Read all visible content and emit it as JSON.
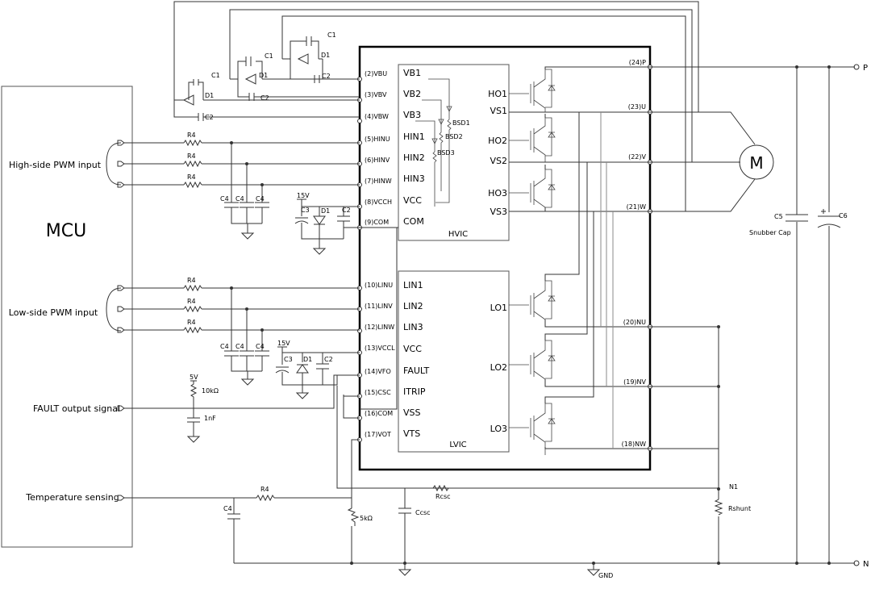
{
  "mcu": {
    "title": "MCU",
    "high_side_input": "High-side PWM input",
    "low_side_input": "Low-side PWM input",
    "fault_output": "FAULT output signal",
    "temp_sensing": "Temperature sensing"
  },
  "hvic": {
    "title": "HVIC",
    "pins_left": [
      "VB1",
      "VB2",
      "VB3",
      "HIN1",
      "HIN2",
      "HIN3",
      "VCC",
      "COM"
    ],
    "pins_right": [
      "HO1",
      "VS1",
      "HO2",
      "VS2",
      "HO3",
      "VS3"
    ]
  },
  "lvic": {
    "title": "LVIC",
    "pins_left": [
      "LIN1",
      "LIN2",
      "LIN3",
      "VCC",
      "FAULT",
      "ITRIP",
      "VSS",
      "VTS"
    ],
    "pins_right": [
      "LO1",
      "LO2",
      "LO3"
    ]
  },
  "module_pins_left": [
    "(2)VBU",
    "(3)VBV",
    "(4)VBW",
    "(5)HINU",
    "(6)HINV",
    "(7)HINW",
    "(8)VCCH",
    "(9)COM",
    "(10)LINU",
    "(11)LINV",
    "(12)LINW",
    "(13)VCCL",
    "(14)VFO",
    "(15)CSC",
    "(16)COM",
    "(17)VOT"
  ],
  "module_pins_right": [
    "(24)P",
    "(23)U",
    "(22)V",
    "(21)W",
    "(20)NU",
    "(19)NV",
    "(18)NW"
  ],
  "components": {
    "r4": "R4",
    "c4": "C4",
    "c1": "C1",
    "c2": "C2",
    "c3": "C3",
    "d1": "D1",
    "v15": "15V",
    "v5": "5V",
    "r10k": "10kΩ",
    "c1nf": "1nF",
    "r5k": "5kΩ",
    "rcsc": "Rcsc",
    "ccsc": "Ccsc",
    "rshunt": "Rshunt",
    "n1": "N1",
    "gnd": "GND",
    "bsd1": "BSD1",
    "bsd2": "BSD2",
    "bsd3": "BSD3",
    "c5": "C5",
    "c6": "C6",
    "snubber": "Snubber Cap",
    "motor": "M",
    "terminal_p": "P",
    "terminal_n": "N"
  },
  "colors": {
    "wire": "#333333",
    "module_border": "#000000"
  }
}
